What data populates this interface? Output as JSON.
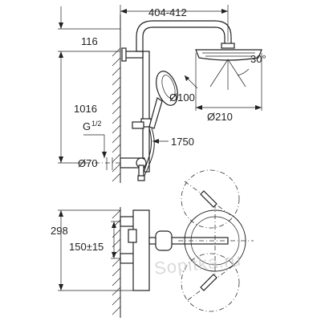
{
  "dimensions": {
    "top_width": "404-412",
    "top_offset": "116",
    "height": "1016",
    "angle": "30°",
    "hand_shower_dia": "Ø100",
    "head_dia": "Ø210",
    "thread": "G",
    "thread_fraction": "1/2",
    "hose_length": "1750",
    "escutcheon_dia": "Ø70",
    "depth": "298",
    "spacing": "150±15"
  },
  "watermark": "Sopitka.ru"
}
